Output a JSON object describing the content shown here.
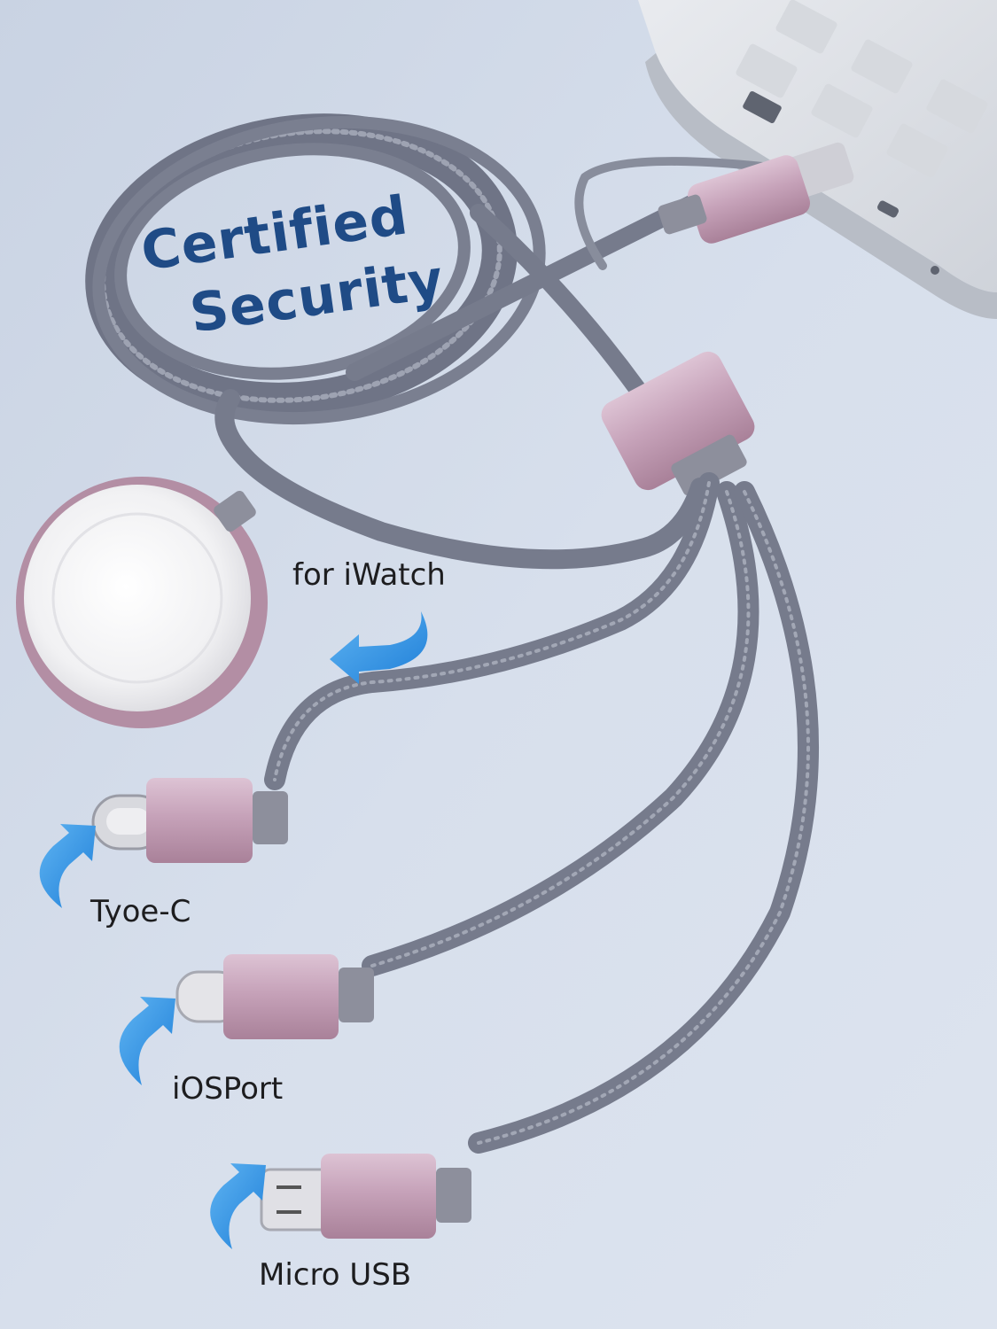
{
  "headline": {
    "line1": "Certified",
    "line2": "Security"
  },
  "labels": {
    "watch": "for iWatch",
    "type_c": "Tyoe-C",
    "ios": "iOSPort",
    "micro": "Micro USB"
  },
  "colors": {
    "background": "#d4dcea",
    "cable": "#7d8294",
    "connector": "#c9a7bd",
    "arrow": "#2a8ae0",
    "headline": "#1f4b86"
  }
}
